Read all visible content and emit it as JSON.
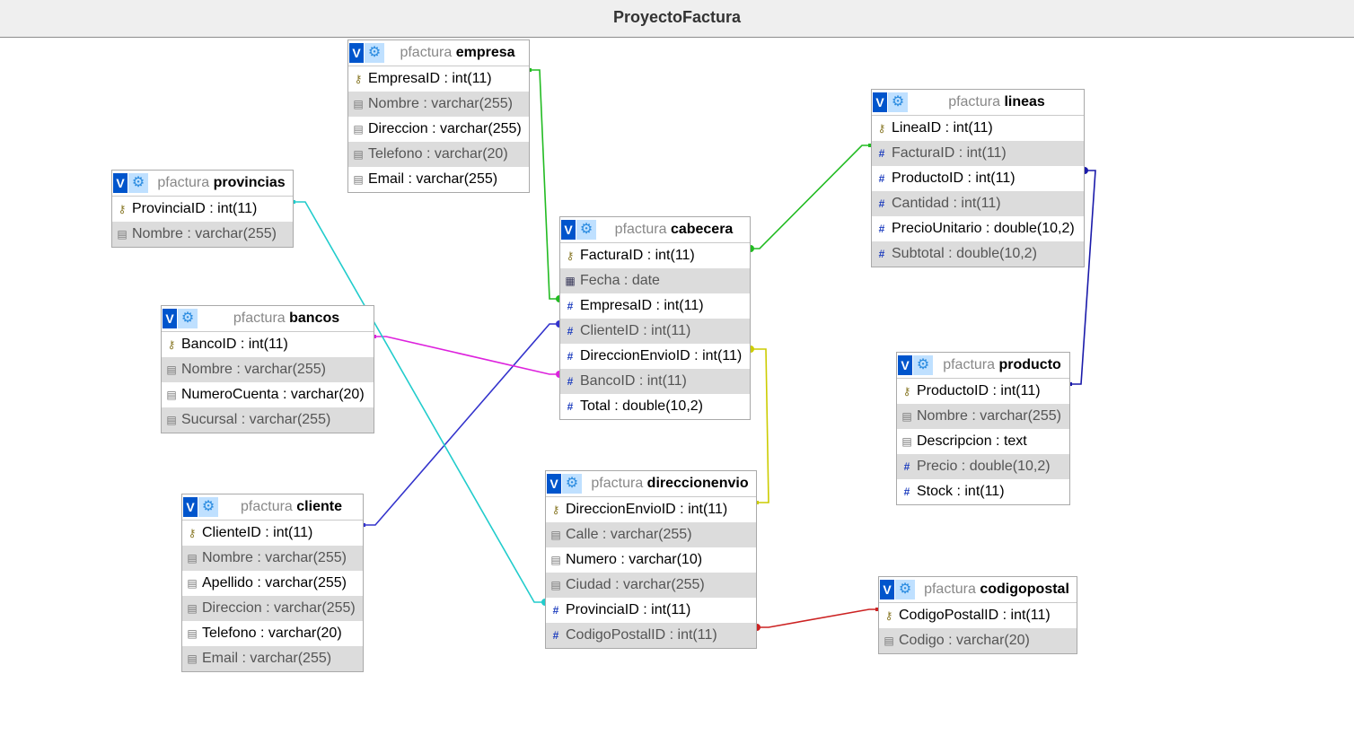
{
  "window": {
    "title": "ProyectoFactura"
  },
  "icons": {
    "view": "V",
    "settings": "gear-icon",
    "primary_key": "key-icon",
    "numeric": "hash-icon",
    "text": "text-icon",
    "date": "date-icon"
  },
  "tables": {
    "empresa": {
      "schema": "pfactura",
      "name": "empresa",
      "rows": [
        {
          "col": "EmpresaID",
          "type": "int(11)"
        },
        {
          "col": "Nombre",
          "type": "varchar(255)"
        },
        {
          "col": "Direccion",
          "type": "varchar(255)"
        },
        {
          "col": "Telefono",
          "type": "varchar(20)"
        },
        {
          "col": "Email",
          "type": "varchar(255)"
        }
      ]
    },
    "provincias": {
      "schema": "pfactura",
      "name": "provincias",
      "rows": [
        {
          "col": "ProvinciaID",
          "type": "int(11)"
        },
        {
          "col": "Nombre",
          "type": "varchar(255)"
        }
      ]
    },
    "bancos": {
      "schema": "pfactura",
      "name": "bancos",
      "rows": [
        {
          "col": "BancoID",
          "type": "int(11)"
        },
        {
          "col": "Nombre",
          "type": "varchar(255)"
        },
        {
          "col": "NumeroCuenta",
          "type": "varchar(20)"
        },
        {
          "col": "Sucursal",
          "type": "varchar(255)"
        }
      ]
    },
    "cliente": {
      "schema": "pfactura",
      "name": "cliente",
      "rows": [
        {
          "col": "ClienteID",
          "type": "int(11)"
        },
        {
          "col": "Nombre",
          "type": "varchar(255)"
        },
        {
          "col": "Apellido",
          "type": "varchar(255)"
        },
        {
          "col": "Direccion",
          "type": "varchar(255)"
        },
        {
          "col": "Telefono",
          "type": "varchar(20)"
        },
        {
          "col": "Email",
          "type": "varchar(255)"
        }
      ]
    },
    "cabecera": {
      "schema": "pfactura",
      "name": "cabecera",
      "rows": [
        {
          "col": "FacturaID",
          "type": "int(11)"
        },
        {
          "col": "Fecha",
          "type": "date"
        },
        {
          "col": "EmpresaID",
          "type": "int(11)"
        },
        {
          "col": "ClienteID",
          "type": "int(11)"
        },
        {
          "col": "DireccionEnvioID",
          "type": "int(11)"
        },
        {
          "col": "BancoID",
          "type": "int(11)"
        },
        {
          "col": "Total",
          "type": "double(10,2)"
        }
      ]
    },
    "direccionenvio": {
      "schema": "pfactura",
      "name": "direccionenvio",
      "rows": [
        {
          "col": "DireccionEnvioID",
          "type": "int(11)"
        },
        {
          "col": "Calle",
          "type": "varchar(255)"
        },
        {
          "col": "Numero",
          "type": "varchar(10)"
        },
        {
          "col": "Ciudad",
          "type": "varchar(255)"
        },
        {
          "col": "ProvinciaID",
          "type": "int(11)"
        },
        {
          "col": "CodigoPostalID",
          "type": "int(11)"
        }
      ]
    },
    "lineas": {
      "schema": "pfactura",
      "name": "lineas",
      "rows": [
        {
          "col": "LineaID",
          "type": "int(11)"
        },
        {
          "col": "FacturaID",
          "type": "int(11)"
        },
        {
          "col": "ProductoID",
          "type": "int(11)"
        },
        {
          "col": "Cantidad",
          "type": "int(11)"
        },
        {
          "col": "PrecioUnitario",
          "type": "double(10,2)"
        },
        {
          "col": "Subtotal",
          "type": "double(10,2)"
        }
      ]
    },
    "producto": {
      "schema": "pfactura",
      "name": "producto",
      "rows": [
        {
          "col": "ProductoID",
          "type": "int(11)"
        },
        {
          "col": "Nombre",
          "type": "varchar(255)"
        },
        {
          "col": "Descripcion",
          "type": "text"
        },
        {
          "col": "Precio",
          "type": "double(10,2)"
        },
        {
          "col": "Stock",
          "type": "int(11)"
        }
      ]
    },
    "codigopostal": {
      "schema": "pfactura",
      "name": "codigopostal",
      "rows": [
        {
          "col": "CodigoPostalID",
          "type": "int(11)"
        },
        {
          "col": "Codigo",
          "type": "varchar(20)"
        }
      ]
    }
  },
  "relations": [
    {
      "from": "cabecera.EmpresaID",
      "to": "empresa.EmpresaID",
      "color": "#22bb22"
    },
    {
      "from": "cabecera.FacturaID",
      "to": "lineas.FacturaID",
      "color": "#22bb22"
    },
    {
      "from": "cabecera.ClienteID",
      "to": "cliente.ClienteID",
      "color": "#3333cc"
    },
    {
      "from": "cabecera.BancoID",
      "to": "bancos.BancoID",
      "color": "#dd22dd"
    },
    {
      "from": "cabecera.DireccionEnvioID",
      "to": "direccionenvio.DireccionEnvioID",
      "color": "#cccc00"
    },
    {
      "from": "direccionenvio.ProvinciaID",
      "to": "provincias.ProvinciaID",
      "color": "#22cccc"
    },
    {
      "from": "direccionenvio.CodigoPostalID",
      "to": "codigopostal.CodigoPostalID",
      "color": "#cc2222"
    },
    {
      "from": "lineas.ProductoID",
      "to": "producto.ProductoID",
      "color": "#1a1aaa"
    }
  ]
}
